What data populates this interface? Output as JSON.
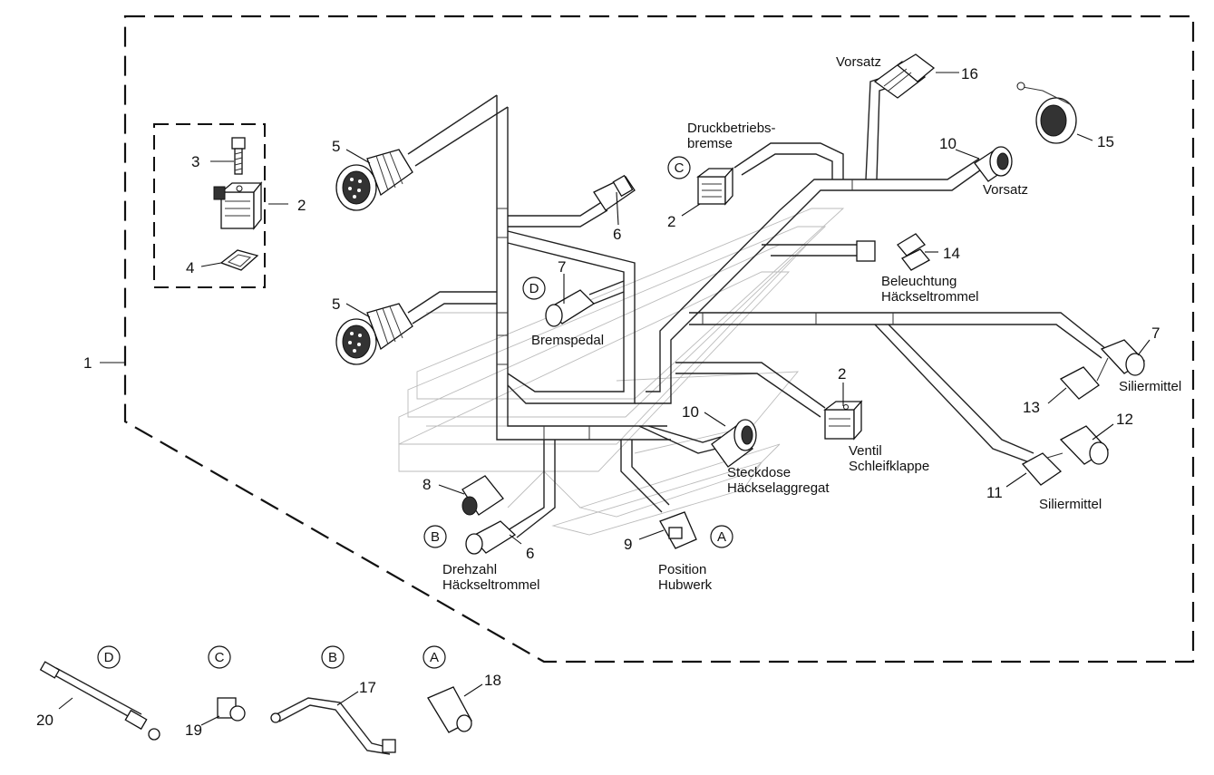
{
  "callouts": {
    "n1": "1",
    "n2a": "2",
    "n2b": "2",
    "n2c": "2",
    "n3": "3",
    "n4": "4",
    "n5a": "5",
    "n5b": "5",
    "n6a": "6",
    "n6b": "6",
    "n7a": "7",
    "n7b": "7",
    "n8": "8",
    "n9": "9",
    "n10a": "10",
    "n10b": "10",
    "n11": "11",
    "n12": "12",
    "n13": "13",
    "n14": "14",
    "n15": "15",
    "n16": "16",
    "n17": "17",
    "n18": "18",
    "n19": "19",
    "n20": "20"
  },
  "views": {
    "A": "A",
    "B": "B",
    "C": "C",
    "D": "D"
  },
  "labels": {
    "vorsatz_top": "Vorsatz",
    "vorsatz_right": "Vorsatz",
    "druck_1": "Druckbetriebs-",
    "druck_2": "bremse",
    "beleucht_1": "Beleuchtung",
    "beleucht_2": "Häckseltrommel",
    "bremspedal": "Bremspedal",
    "siliermittel_a": "Siliermittel",
    "siliermittel_b": "Siliermittel",
    "ventil_1": "Ventil",
    "ventil_2": "Schleifklappe",
    "steck_1": "Steckdose",
    "steck_2": "Häckselaggregat",
    "drehzahl_1": "Drehzahl",
    "drehzahl_2": "Häckseltrommel",
    "position_1": "Position",
    "position_2": "Hubwerk"
  }
}
